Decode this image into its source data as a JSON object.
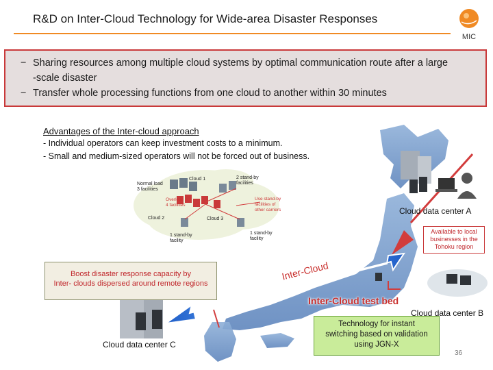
{
  "header": {
    "title": "R&D on Inter-Cloud Technology for Wide-area Disaster Responses",
    "logo_text": "MIC"
  },
  "summary": {
    "bullet1_line1": "Sharing resources among multiple cloud systems by optimal communication route after a large",
    "bullet1_line2": "-scale disaster",
    "bullet2": "Transfer whole processing functions from one cloud to another within 30 minutes",
    "dash": "−"
  },
  "advantages": {
    "title": "Advantages of the Inter-cloud approach",
    "line1": "- Individual operators can keep investment costs to a minimum.",
    "line2": "- Small and medium-sized operators will not be forced out of business."
  },
  "diagram": {
    "cloud1": "Cloud 1",
    "cloud2": "Cloud 2",
    "cloud3": "Cloud 3",
    "normal_load_1": "Normal load",
    "normal_load_2": "3 facilities",
    "standby_top_1": "2 stand-by",
    "standby_top_2": "facilities",
    "overload_1": "Overload",
    "overload_2": "4 facilities",
    "use_standby_1": "Use stand-by",
    "use_standby_2": "facilities of",
    "use_standby_3": "other carriers",
    "standby_left_1": "1 stand-by",
    "standby_left_2": "facility",
    "standby_right_1": "1 stand-by",
    "standby_right_2": "facility"
  },
  "boost": {
    "line1": "Boost disaster response capacity by",
    "line2": "Inter- clouds dispersed around remote regions"
  },
  "labels": {
    "dc_a": "Cloud data center A",
    "dc_b": "Cloud data center B",
    "dc_c": "Cloud data center C",
    "intercloud": "Inter-Cloud",
    "testbed": "Inter-Cloud test bed"
  },
  "local": {
    "line1": "Available to local",
    "line2": "businesses in the",
    "line3": "Tohoku region"
  },
  "tech": {
    "line1": "Technology for instant",
    "line2": "switching based on validation",
    "line3": "using JGN-X"
  },
  "page_number": "36",
  "colors": {
    "accent_orange": "#f08a24",
    "red": "#c9393a",
    "blue_arrow": "#2f6fd6",
    "map_blue": "#7f9fca",
    "tech_green": "#c9ec9a"
  }
}
